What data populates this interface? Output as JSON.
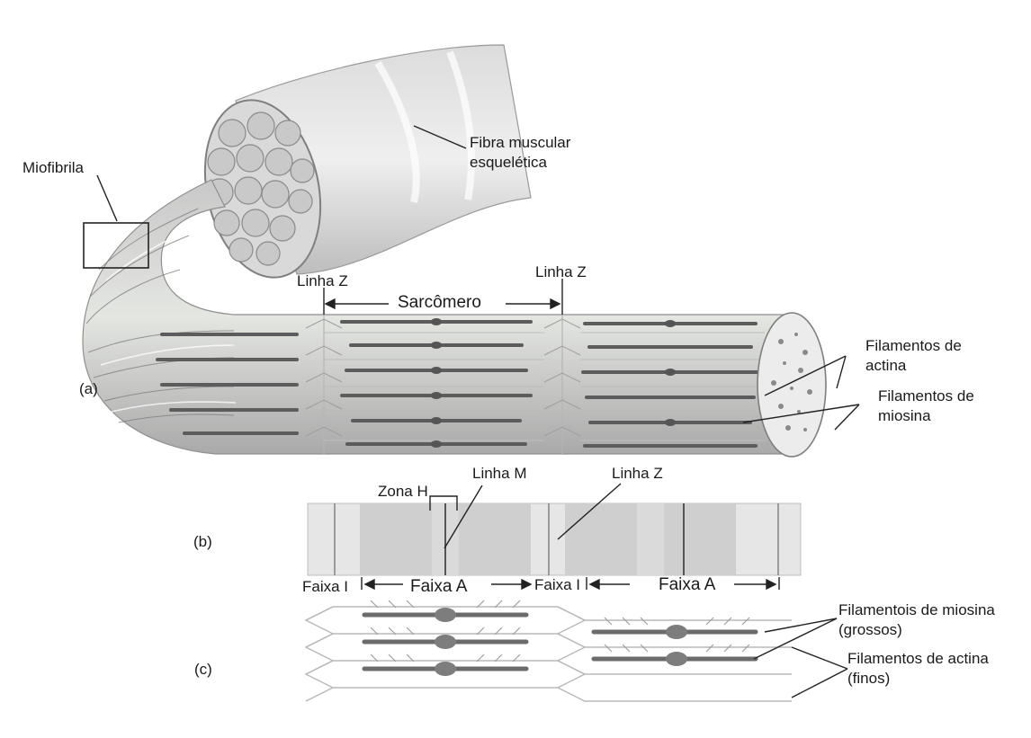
{
  "figure": {
    "labels": {
      "miofibrila": "Miofibrila",
      "fibra_line1": "Fibra muscular",
      "fibra_line2": "esquelética",
      "linha_z_left": "Linha Z",
      "linha_z_right": "Linha Z",
      "sarcomero": "Sarcômero",
      "actina_line1": "Filamentos de",
      "actina_line2": "actina",
      "miosina_line1": "Filamentos de",
      "miosina_line2": "miosina",
      "panel_a": "(a)",
      "panel_b": "(b)",
      "panel_c": "(c)",
      "zona_h": "Zona H",
      "linha_m": "Linha M",
      "linha_z_b": "Linha Z",
      "faixa_i_1": "Faixa I",
      "faixa_a_1": "Faixa A",
      "faixa_i_2": "Faixa I",
      "faixa_a_2": "Faixa A",
      "grossos_line1": "Filamentois de miosina",
      "grossos_line2": "(grossos)",
      "finos_line1": "Filamentos de actina",
      "finos_line2": "(finos)"
    }
  }
}
